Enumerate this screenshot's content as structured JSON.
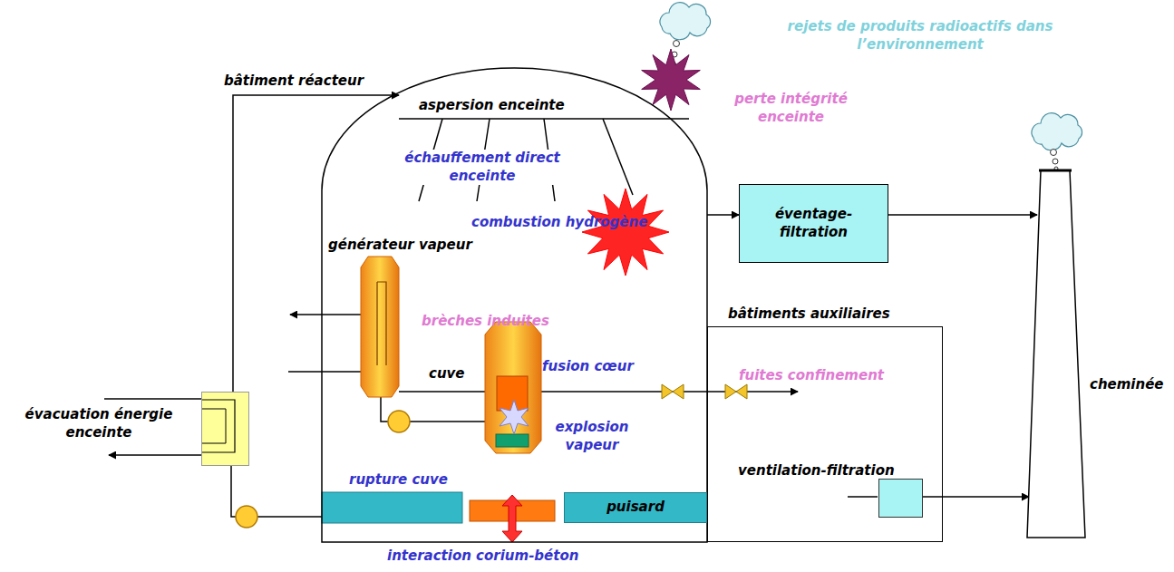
{
  "diagram": {
    "nodes": [
      {
        "text": [
          "bâtiment réacteur"
        ]
      },
      {
        "text": [
          "générateur vapeur"
        ],
        "in": 0
      },
      {
        "text": [
          "cuve"
        ],
        "in": 0
      },
      {
        "text": [
          "puisard"
        ],
        "in": 0
      },
      {
        "text": [
          "éventage- filtration"
        ]
      },
      {
        "text": [
          "bâtiments auxiliaires"
        ]
      },
      {
        "text": [
          "ventilation-filtration"
        ],
        "in": 5
      },
      {
        "text": [
          "cheminée"
        ]
      },
      {
        "text": [
          "évacuation énergie enceinte"
        ]
      }
    ],
    "edges": [
      {
        "from": 0,
        "to": 4,
        "arrow": "to"
      },
      {
        "from": 4,
        "to": 7,
        "arrow": "to"
      },
      {
        "from": 6,
        "to": 7,
        "arrow": "to"
      }
    ],
    "labels": [
      "rejets de produits radioactifs dans l’environnement",
      "aspersion enceinte",
      "perte intégrité enceinte",
      "échauffement direct enceinte",
      "combustion hydrogène",
      "brèches induites",
      "fusion cœur",
      "fuites confinement",
      "explosion vapeur",
      "rupture cuve",
      "interaction corium-béton"
    ]
  }
}
